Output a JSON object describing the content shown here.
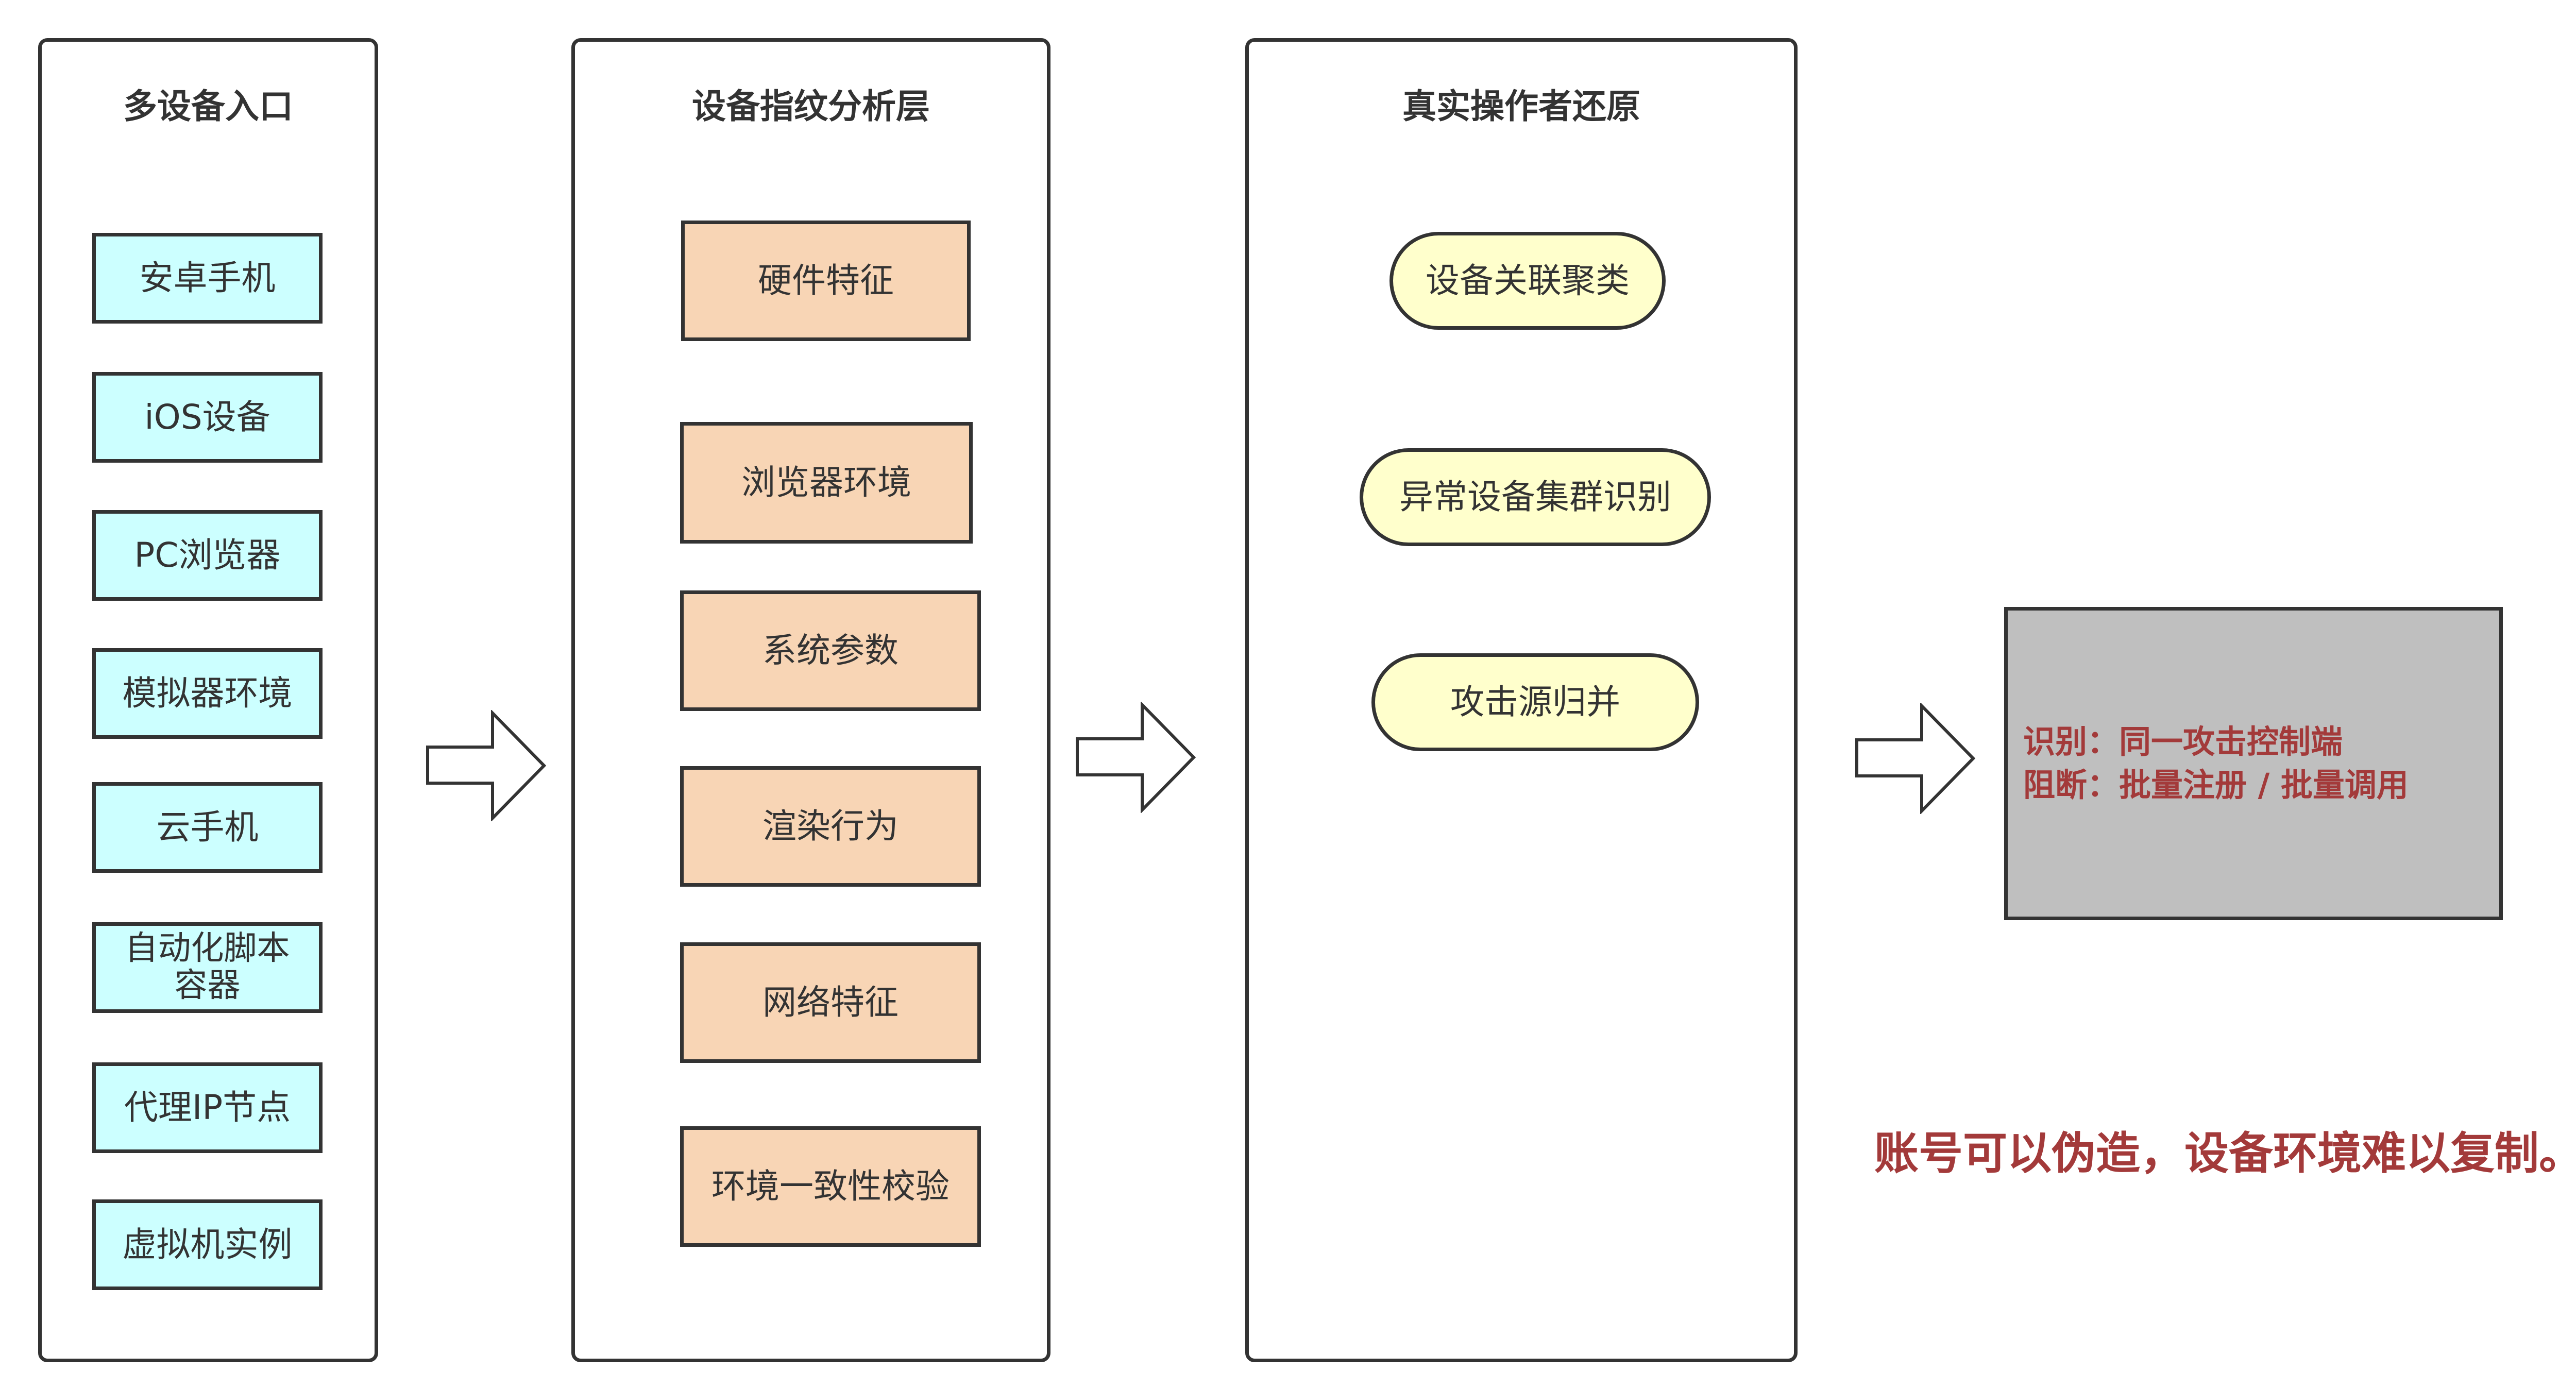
{
  "columns": [
    {
      "title": "多设备入口",
      "items": [
        "安卓手机",
        "iOS设备",
        "PC浏览器",
        "模拟器环境",
        "云手机",
        "自动化脚本容器",
        "代理IP节点",
        "虚拟机实例"
      ]
    },
    {
      "title": "设备指纹分析层",
      "items": [
        "硬件特征",
        "浏览器环境",
        "系统参数",
        "渲染行为",
        "网络特征",
        "环境一致性校验"
      ]
    },
    {
      "title": "真实操作者还原",
      "items": [
        "设备关联聚类",
        "异常设备集群识别",
        "攻击源归并"
      ]
    }
  ],
  "result": {
    "line1": "识别：同一攻击控制端",
    "line2": "阻断：批量注册 / 批量调用"
  },
  "slogan": "账号可以伪造，设备环境难以复制。",
  "colors": {
    "device_fill": "#ccffff",
    "fingerprint_fill": "#f8d5b5",
    "pill_fill": "#ffffcc",
    "result_fill": "#bfbfbf",
    "accent_red": "#a33a3a",
    "stroke": "#333333"
  }
}
